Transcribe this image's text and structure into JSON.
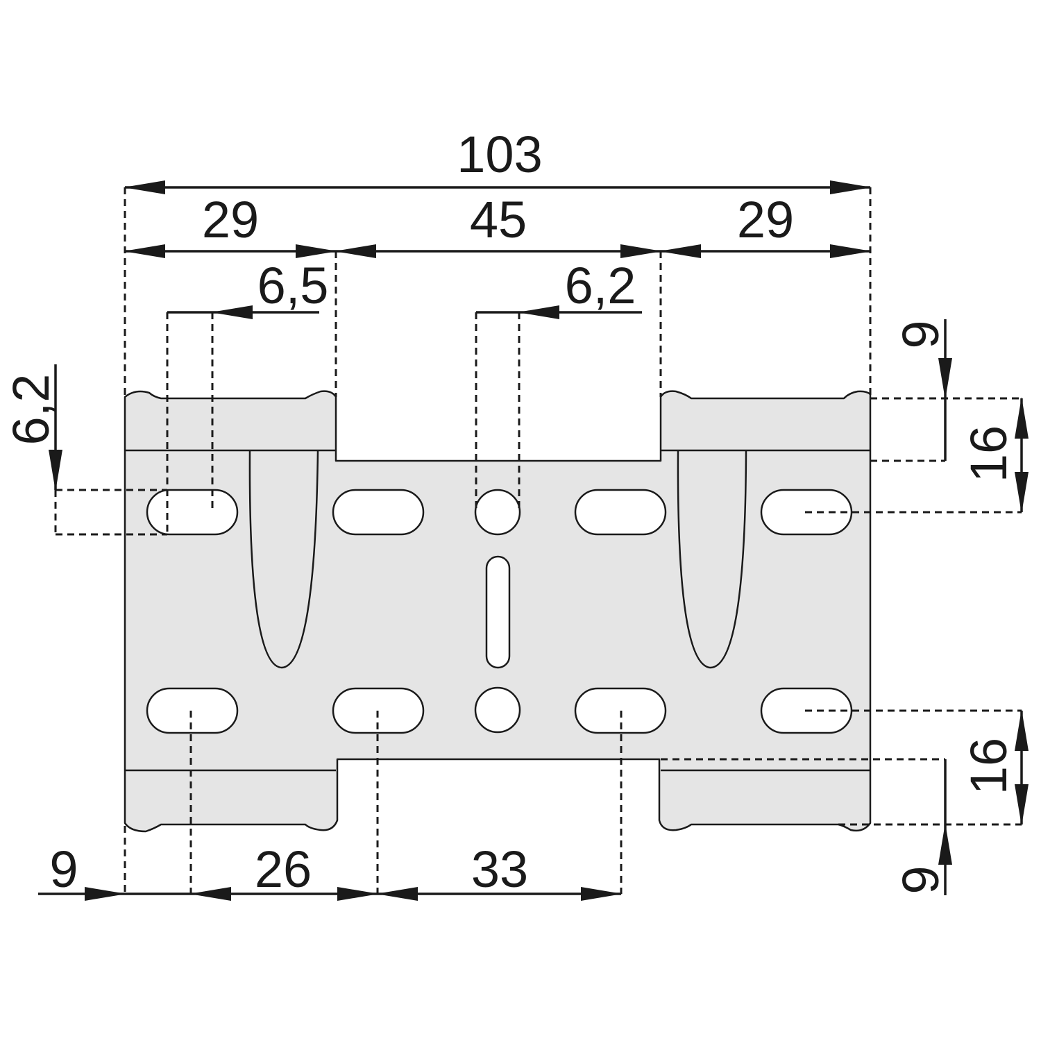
{
  "dimensions": {
    "overall_width": "103",
    "left_section": "29",
    "center_section": "45",
    "right_section": "29",
    "slot_width_left": "6,5",
    "hole_diameter_center": "6,2",
    "slot_height_left": "6,2",
    "top_offset": "9",
    "top_spacing": "16",
    "bottom_spacing": "16",
    "bottom_offset": "9",
    "bottom_left_offset": "9",
    "bottom_spacing_26": "26",
    "bottom_spacing_33": "33"
  },
  "colors": {
    "plate_fill": "#e5e5e5",
    "line": "#1a1a1a"
  }
}
